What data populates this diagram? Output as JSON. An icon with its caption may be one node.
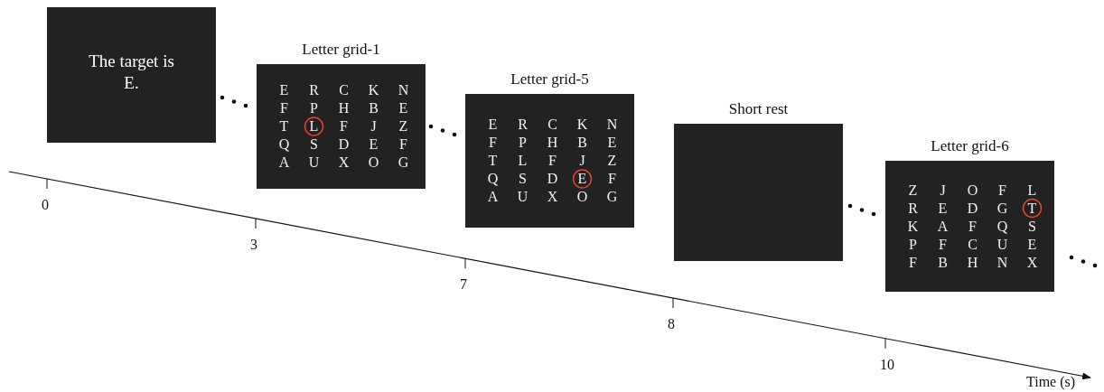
{
  "diagram": {
    "nodes": [
      {
        "text": [
          "The target is E."
        ]
      },
      {
        "text": [
          "Letter grid-1",
          "E R C K N",
          "F P H B E",
          "T L F J Z",
          "Q S D E F",
          "A U X O G"
        ]
      },
      {
        "text": [
          "Letter grid-5",
          "E R C K N",
          "F P H B E",
          "T L F J Z",
          "Q S D E F",
          "A U X O G"
        ]
      },
      {
        "text": [
          "Short rest"
        ]
      },
      {
        "text": [
          "Letter grid-6",
          "Z J O F L",
          "R E D G T",
          "K A F Q S",
          "P F C U E",
          "F B H N X"
        ]
      }
    ],
    "edges": [],
    "labels": [
      "0",
      "3",
      "7",
      "8",
      "10",
      "Time (s)"
    ]
  }
}
